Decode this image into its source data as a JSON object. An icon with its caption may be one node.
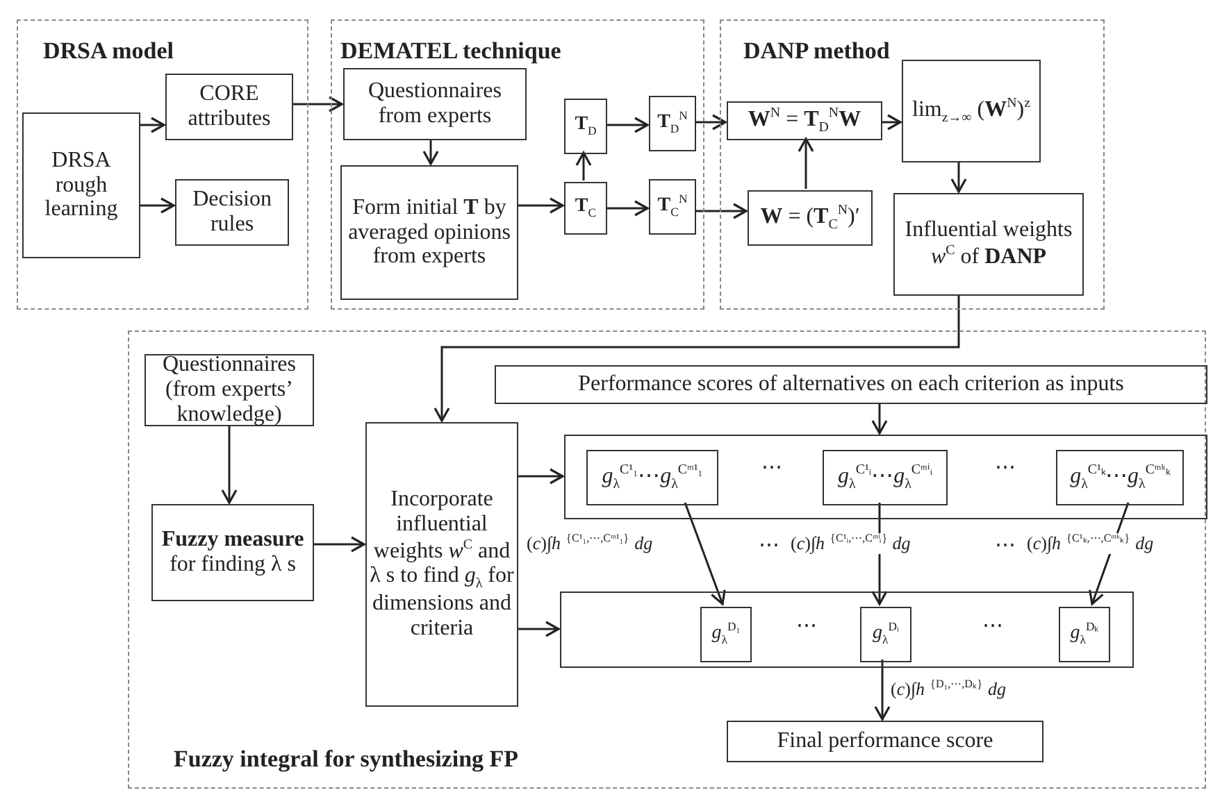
{
  "diagram": {
    "nodes": [
      {
        "text": [
          "DRSA model"
        ]
      },
      {
        "text": [
          "DEMATEL technique"
        ]
      },
      {
        "text": [
          "DANP method"
        ]
      },
      {
        "text": [
          "Fuzzy integral for synthesizing FP"
        ]
      },
      {
        "text": [
          "DRSA rough learning"
        ],
        "in": 0
      },
      {
        "text": [
          "CORE attributes"
        ],
        "in": 0
      },
      {
        "text": [
          "Decision rules"
        ],
        "in": 0
      },
      {
        "text": [
          "Questionnaires from experts"
        ],
        "in": 1
      },
      {
        "text": [
          "Form initial **T** by averaged opinions from experts"
        ],
        "in": 1
      },
      {
        "text": [
          "**T**$_{D}$"
        ],
        "in": 1
      },
      {
        "text": [
          "**T**$_{C}$"
        ],
        "in": 1
      },
      {
        "text": [
          "**T**$_{D}$$^{N}$"
        ],
        "in": 1
      },
      {
        "text": [
          "**T**$_{C}$$^{N}$"
        ],
        "in": 1
      },
      {
        "text": [
          "**W**$^{N}$ = **T**$_{D}$$^{N}$**W**"
        ],
        "in": 2
      },
      {
        "text": [
          "**W** = (**T**$_{C}$$^{N}$)′"
        ],
        "in": 2
      },
      {
        "text": [
          "lim$_{z→∞}$ (**W**$^{N}$)$^{z}$"
        ],
        "in": 2
      },
      {
        "text": [
          "Influential weights *w*$^{C}$ of **DANP**"
        ],
        "in": 2
      },
      {
        "text": [
          "Questionnaires (from experts’ knowledge)"
        ],
        "in": 3
      },
      {
        "text": [
          "**Fuzzy measure** for finding λ s"
        ],
        "in": 3
      },
      {
        "text": [
          "Incorporate influential weights *w*$^{C}$ and λ s to find *g*$_{λ}$ for dimensions and criteria"
        ],
        "in": 3
      },
      {
        "text": [
          "Performance scores of alternatives on each criterion as inputs"
        ],
        "in": 3
      },
      {
        "text": [],
        "shape": "box",
        "in": 3
      },
      {
        "text": [
          "*g*$_{λ}$$^{C¹₁}$⋯*g*$_{λ}$$^{Cᵐ¹₁}$"
        ],
        "in": 21
      },
      {
        "text": [
          "*g*$_{λ}$$^{C¹ᵢ}$⋯*g*$_{λ}$$^{Cᵐⁱᵢ}$"
        ],
        "in": 21
      },
      {
        "text": [
          "*g*$_{λ}$$^{C¹ₖ}$⋯*g*$_{λ}$$^{Cᵐᵏₖ}$"
        ],
        "in": 21
      },
      {
        "text": [],
        "shape": "box",
        "in": 3
      },
      {
        "text": [
          "*g*$_{λ}$$^{D₁}$"
        ],
        "in": 25
      },
      {
        "text": [
          "*g*$_{λ}$$^{Dᵢ}$"
        ],
        "in": 25
      },
      {
        "text": [
          "*g*$_{λ}$$^{Dₖ}$"
        ],
        "in": 25
      },
      {
        "text": [
          "Final performance score"
        ],
        "in": 3
      }
    ],
    "edges": [
      {
        "from": 4,
        "to": 5,
        "arrow": "to"
      },
      {
        "from": 4,
        "to": 6,
        "arrow": "to"
      },
      {
        "from": 5,
        "to": 7,
        "arrow": "to"
      },
      {
        "from": 7,
        "to": 8,
        "arrow": "to"
      },
      {
        "from": 8,
        "to": 10,
        "arrow": "to"
      },
      {
        "from": 10,
        "to": 9,
        "arrow": "to"
      },
      {
        "from": 9,
        "to": 11,
        "arrow": "to"
      },
      {
        "from": 10,
        "to": 12,
        "arrow": "to"
      },
      {
        "from": 11,
        "to": 13,
        "arrow": "to"
      },
      {
        "from": 12,
        "to": 14,
        "arrow": "to"
      },
      {
        "from": 14,
        "to": 13,
        "arrow": "to"
      },
      {
        "from": 13,
        "to": 15,
        "arrow": "to"
      },
      {
        "from": 15,
        "to": 16,
        "arrow": "to"
      },
      {
        "from": 16,
        "to": 19,
        "arrow": "to"
      },
      {
        "from": 17,
        "to": 18,
        "arrow": "to"
      },
      {
        "from": 18,
        "to": 19,
        "arrow": "to"
      },
      {
        "from": 19,
        "to": 21,
        "arrow": "to"
      },
      {
        "from": 20,
        "to": 21,
        "arrow": "to"
      },
      {
        "from": 19,
        "to": 25,
        "arrow": "to"
      },
      {
        "from": 22,
        "to": 26,
        "arrow": "to",
        "label": "(*c*)∫*h*$^{｛C¹₁,⋯,Cᵐ¹₁｝}$*dg*"
      },
      {
        "from": 23,
        "to": 27,
        "arrow": "to",
        "label": "(*c*)∫*h*$^{｛C¹ᵢ,⋯,Cᵐⁱᵢ｝}$*dg*"
      },
      {
        "from": 24,
        "to": 28,
        "arrow": "to",
        "label": "(*c*)∫*h*$^{｛C¹ₖ,⋯,Cᵐᵏₖ｝}$*dg*"
      },
      {
        "from": 27,
        "to": 29,
        "arrow": "to",
        "label": "(*c*)∫*h*$^{｛D₁,⋯,Dₖ｝}$*dg*"
      }
    ],
    "labels": [
      "⋯",
      "⋯",
      "⋯",
      "⋯",
      "⋯",
      "⋯"
    ]
  }
}
